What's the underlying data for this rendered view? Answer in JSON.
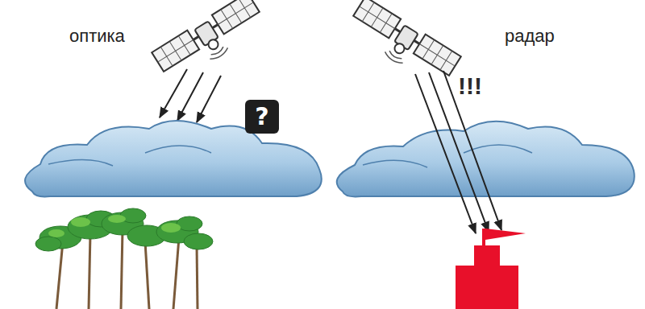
{
  "diagram": {
    "nodes": [
      {
        "text": [
          "?"
        ]
      }
    ],
    "labels": [
      "оптика",
      "радар",
      "!!!"
    ]
  }
}
